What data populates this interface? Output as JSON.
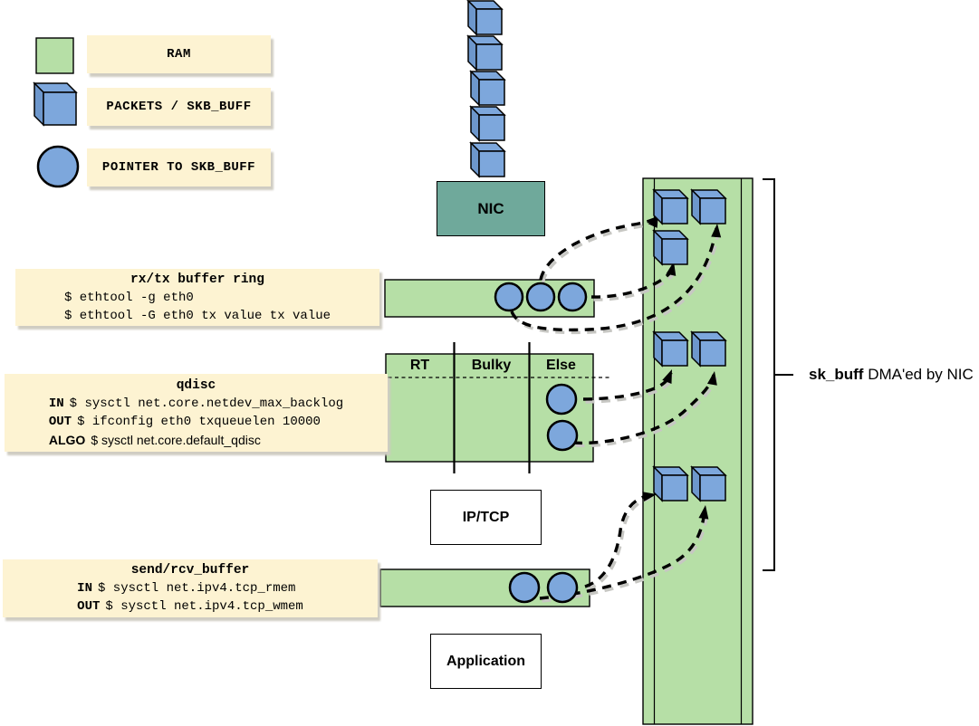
{
  "colors": {
    "green": "#b6dfa6",
    "blue": "#7da7dc",
    "blue_dark": "#6d97cc",
    "teal": "#6fa99b",
    "beige": "#fdf3d2"
  },
  "legend": {
    "items": [
      {
        "key": "ram",
        "swatch": "green-square",
        "label": "RAM"
      },
      {
        "key": "packets",
        "swatch": "blue-cube",
        "label": "PACKETS / SKB_BUFF"
      },
      {
        "key": "pointer",
        "swatch": "blue-circle",
        "label": "POINTER TO SKB_BUFF"
      }
    ]
  },
  "nic": {
    "label": "NIC",
    "incoming_packet_count": 5
  },
  "layers": {
    "ip_tcp": "IP/TCP",
    "application": "Application"
  },
  "info_boxes": {
    "rx_ring": {
      "title": "rx/tx buffer ring",
      "lines": [
        {
          "prefix": "",
          "text": "$ ethtool -g eth0"
        },
        {
          "prefix": "",
          "text": "$ ethtool -G eth0 tx value tx value"
        }
      ]
    },
    "qdisc": {
      "title": "qdisc",
      "lines": [
        {
          "prefix": "IN",
          "text": "$ sysctl net.core.netdev_max_backlog"
        },
        {
          "prefix": "OUT",
          "text": "$ ifconfig eth0 txqueuelen 10000"
        },
        {
          "prefix": "ALGO",
          "text": "$ sysctl net.core.default_qdisc",
          "font": "sans"
        }
      ]
    },
    "send_rcv": {
      "title": "send/rcv_buffer",
      "lines": [
        {
          "prefix": "IN",
          "text": "$ sysctl net.ipv4.tcp_rmem"
        },
        {
          "prefix": "OUT",
          "text": "$ sysctl net.ipv4.tcp_wmem"
        }
      ]
    }
  },
  "qdisc_columns": [
    "RT",
    "Bulky",
    "Else"
  ],
  "pointer_counts": {
    "rx_ring": 3,
    "qdisc_else": 2,
    "send_rcv": 2
  },
  "skbuff_region": {
    "label_bold": "sk_buff",
    "label_rest": " DMA'ed by NIC",
    "cube_group_counts": [
      3,
      2,
      2
    ]
  }
}
